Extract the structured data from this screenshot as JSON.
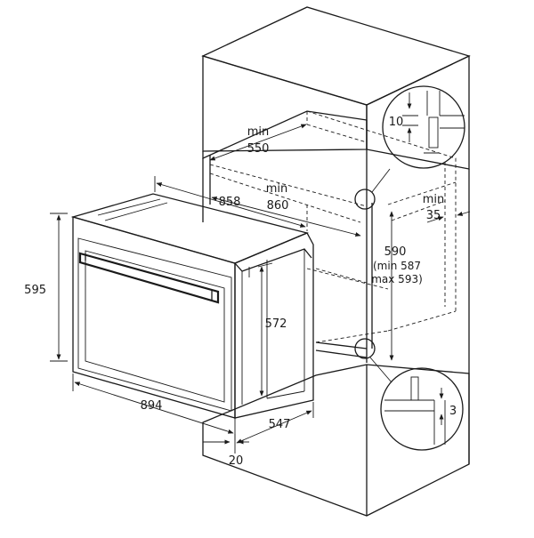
{
  "dimensions": {
    "oven_height": "595",
    "oven_width": "894",
    "niche_height_min_label": "min",
    "niche_top_min_value": "550",
    "oven_depth": "858",
    "niche_depth_min_label": "min",
    "niche_depth_min_value": "860",
    "niche_height": "590",
    "niche_height_range_min": "(min 587",
    "niche_height_range_max": "max 593)",
    "side_gap_min_label": "min",
    "side_gap_min_value": "35",
    "front_panel_height": "572",
    "body_width": "547",
    "front_overhang": "20",
    "top_detail_gap": "10",
    "bottom_detail_gap": "3"
  },
  "colors": {
    "line": "#1a1a1a",
    "background": "#ffffff"
  }
}
